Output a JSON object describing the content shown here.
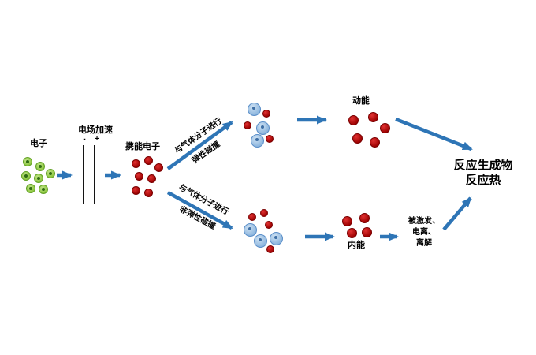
{
  "colors": {
    "arrow": "#2e75b6",
    "electron_green": "#8cc63f",
    "energized_red": "#c00000",
    "molecule_blue": "#9dc3e6",
    "plate_black": "#141414",
    "text": "#000000",
    "background": "#ffffff"
  },
  "stage_electron": {
    "label": "电子"
  },
  "stage_field": {
    "label": "电场加速",
    "minus": "-",
    "plus": "+"
  },
  "stage_energized": {
    "label": "携能电子"
  },
  "branch_elastic": {
    "line1": "与气体分子进行",
    "line2": "弹性碰撞"
  },
  "branch_inelastic": {
    "line1": "与气体分子进行",
    "line2": "非弹性碰撞"
  },
  "kinetic": {
    "label": "动能"
  },
  "internal": {
    "label": "内能"
  },
  "excitation": {
    "line1": "被激发、",
    "line2": "电离、",
    "line3": "离解"
  },
  "product": {
    "line1": "反应生成物",
    "line2": "反应热"
  }
}
